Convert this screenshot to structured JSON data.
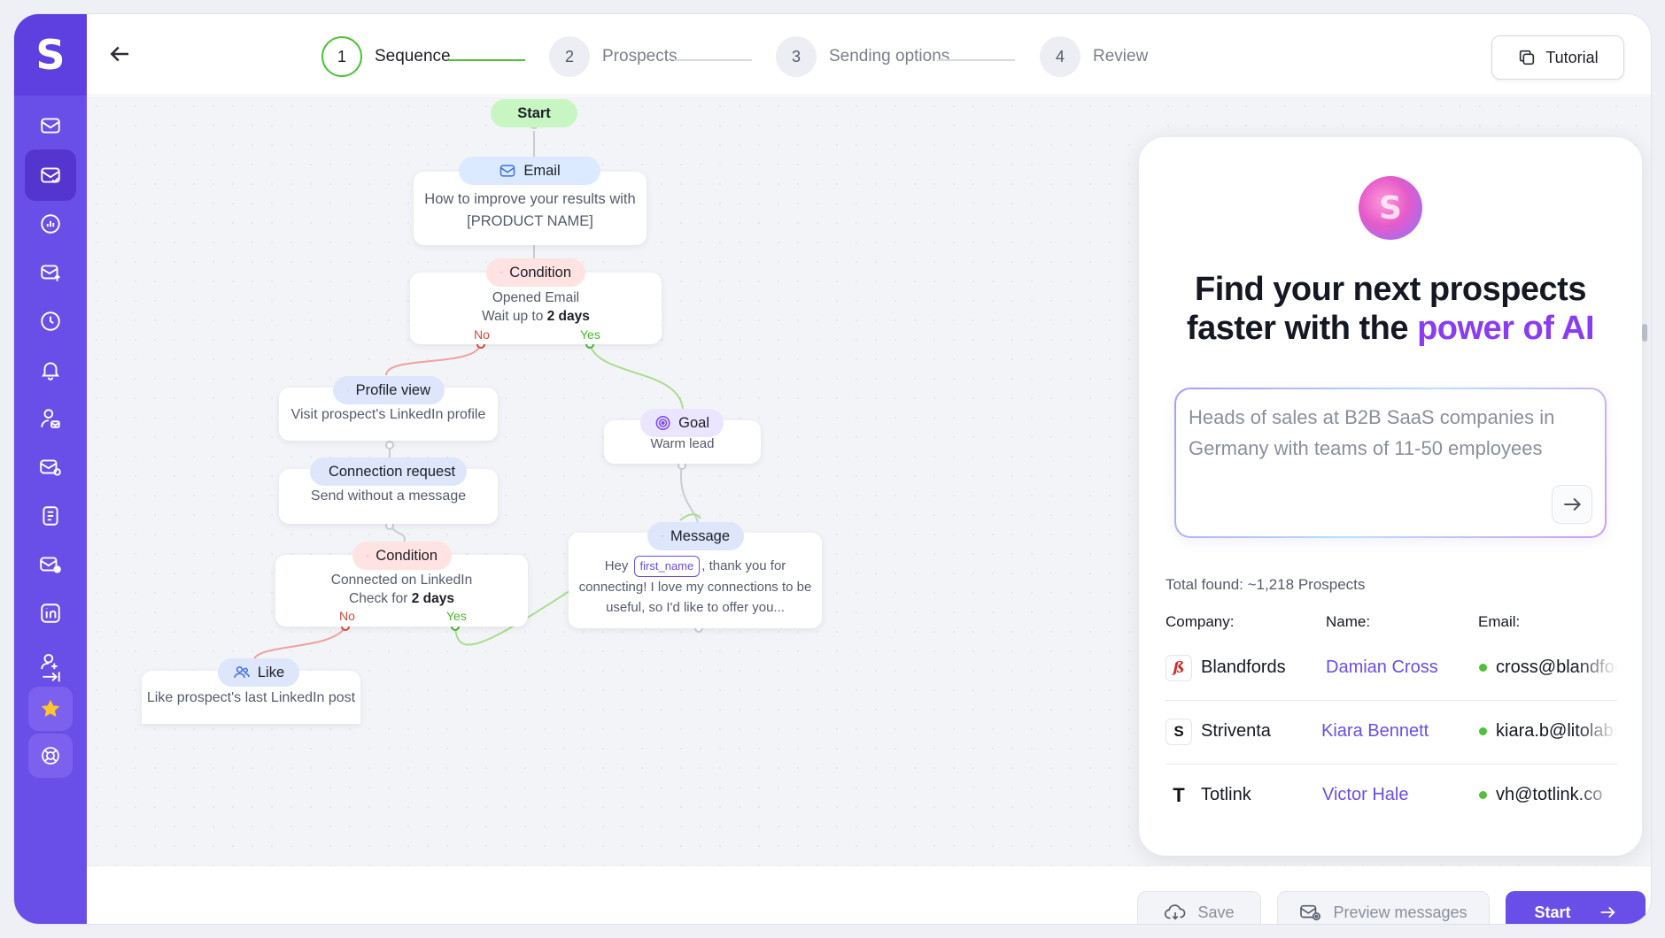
{
  "app": {
    "logo": "S"
  },
  "sidebar": {
    "items": [
      {
        "name": "inbox-icon"
      },
      {
        "name": "campaigns-icon"
      },
      {
        "name": "analytics-icon"
      },
      {
        "name": "outbox-icon"
      },
      {
        "name": "schedule-icon"
      },
      {
        "name": "notifications-icon"
      },
      {
        "name": "contacts-icon"
      },
      {
        "name": "email-accounts-icon"
      },
      {
        "name": "templates-icon"
      },
      {
        "name": "mail-settings-icon"
      },
      {
        "name": "linkedin-icon"
      },
      {
        "name": "invite-user-icon"
      }
    ],
    "favorites_icon": "star-icon",
    "help_icon": "lifebuoy-icon"
  },
  "stepper": {
    "steps": [
      {
        "num": "1",
        "label": "Sequence",
        "active": true
      },
      {
        "num": "2",
        "label": "Prospects"
      },
      {
        "num": "3",
        "label": "Sending options"
      },
      {
        "num": "4",
        "label": "Review"
      }
    ]
  },
  "tutorial_label": "Tutorial",
  "flow": {
    "start": "Start",
    "email": {
      "title": "Email",
      "body_line1": "How to improve your results with",
      "body_line2": "[PRODUCT NAME]"
    },
    "cond1": {
      "title": "Condition",
      "line1": "Opened Email",
      "line2_prefix": "Wait up to ",
      "line2_bold": "2 days",
      "no": "No",
      "yes": "Yes"
    },
    "profile": {
      "title": "Profile view",
      "body": "Visit prospect's LinkedIn profile"
    },
    "connection": {
      "title": "Connection request",
      "body": "Send without a message"
    },
    "cond2": {
      "title": "Condition",
      "line1": "Connected on LinkedIn",
      "line2_prefix": "Check for ",
      "line2_bold": "2 days",
      "no": "No",
      "yes": "Yes"
    },
    "like": {
      "title": "Like",
      "body": "Like prospect's last LinkedIn post"
    },
    "goal": {
      "title": "Goal",
      "body": "Warm lead"
    },
    "message": {
      "title": "Message",
      "pre": "Hey",
      "var": "first_name",
      "post": ", thank you for",
      "line2": "connecting! I love my connections to be",
      "line3": "useful, so I'd like to offer you..."
    }
  },
  "ai_panel": {
    "orb_letter": "S",
    "headline_1": "Find your next prospects",
    "headline_2": "faster with the ",
    "headline_ai": "power of AI",
    "prompt": "Heads of sales at B2B SaaS companies in Germany with teams of 11-50 employees",
    "total": "Total found: ~1,218 Prospects",
    "headers": {
      "company": "Company:",
      "name": "Name:",
      "email": "Email:"
    },
    "rows": [
      {
        "icon": "ß",
        "company": "Blandfords",
        "name": "Damian Cross",
        "email": "cross@blandfords.com"
      },
      {
        "icon": "S",
        "company": "Striventa",
        "name": "Kiara Bennett",
        "email": "kiara.b@litolabs.com"
      },
      {
        "icon": "T",
        "company": "Totlink",
        "name": "Victor Hale",
        "email": "vh@totlink.co"
      }
    ]
  },
  "footer": {
    "save": "Save",
    "preview": "Preview messages",
    "start": "Start"
  },
  "colors": {
    "brand": "#6a4ee8",
    "success": "#4ec136",
    "danger": "#e0463a",
    "ai": "#8a3df0"
  }
}
